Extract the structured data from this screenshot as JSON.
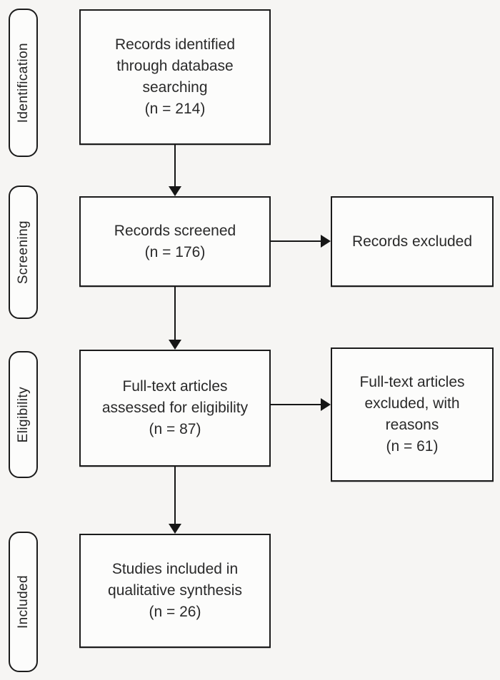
{
  "palette": {
    "page_background": "#f6f5f3",
    "box_fill": "#fcfcfb",
    "border": "#1b1b1b",
    "text": "#2a2a2a"
  },
  "stages": [
    {
      "label": "Identification"
    },
    {
      "label": "Screening"
    },
    {
      "label": "Eligibility"
    },
    {
      "label": "Included"
    }
  ],
  "boxes": [
    {
      "name": "records-identified",
      "lines": [
        "Records identified",
        "through database",
        "searching",
        "(n = 214)"
      ]
    },
    {
      "name": "records-screened",
      "lines": [
        "Records screened",
        "(n = 176)"
      ]
    },
    {
      "name": "records-excluded",
      "lines": [
        "Records excluded"
      ]
    },
    {
      "name": "fulltext-assessed",
      "lines": [
        "Full-text articles",
        "assessed for eligibility",
        "(n = 87)"
      ]
    },
    {
      "name": "fulltext-excluded",
      "lines": [
        "Full-text articles",
        "excluded, with",
        "reasons",
        "(n = 61)"
      ]
    },
    {
      "name": "studies-included",
      "lines": [
        "Studies included in",
        "qualitative synthesis",
        "(n = 26)"
      ]
    }
  ],
  "counts": {
    "identified": 214,
    "screened": 176,
    "fulltext_assessed": 87,
    "fulltext_excluded_with_reasons": 61,
    "included_qualitative_synthesis": 26
  }
}
